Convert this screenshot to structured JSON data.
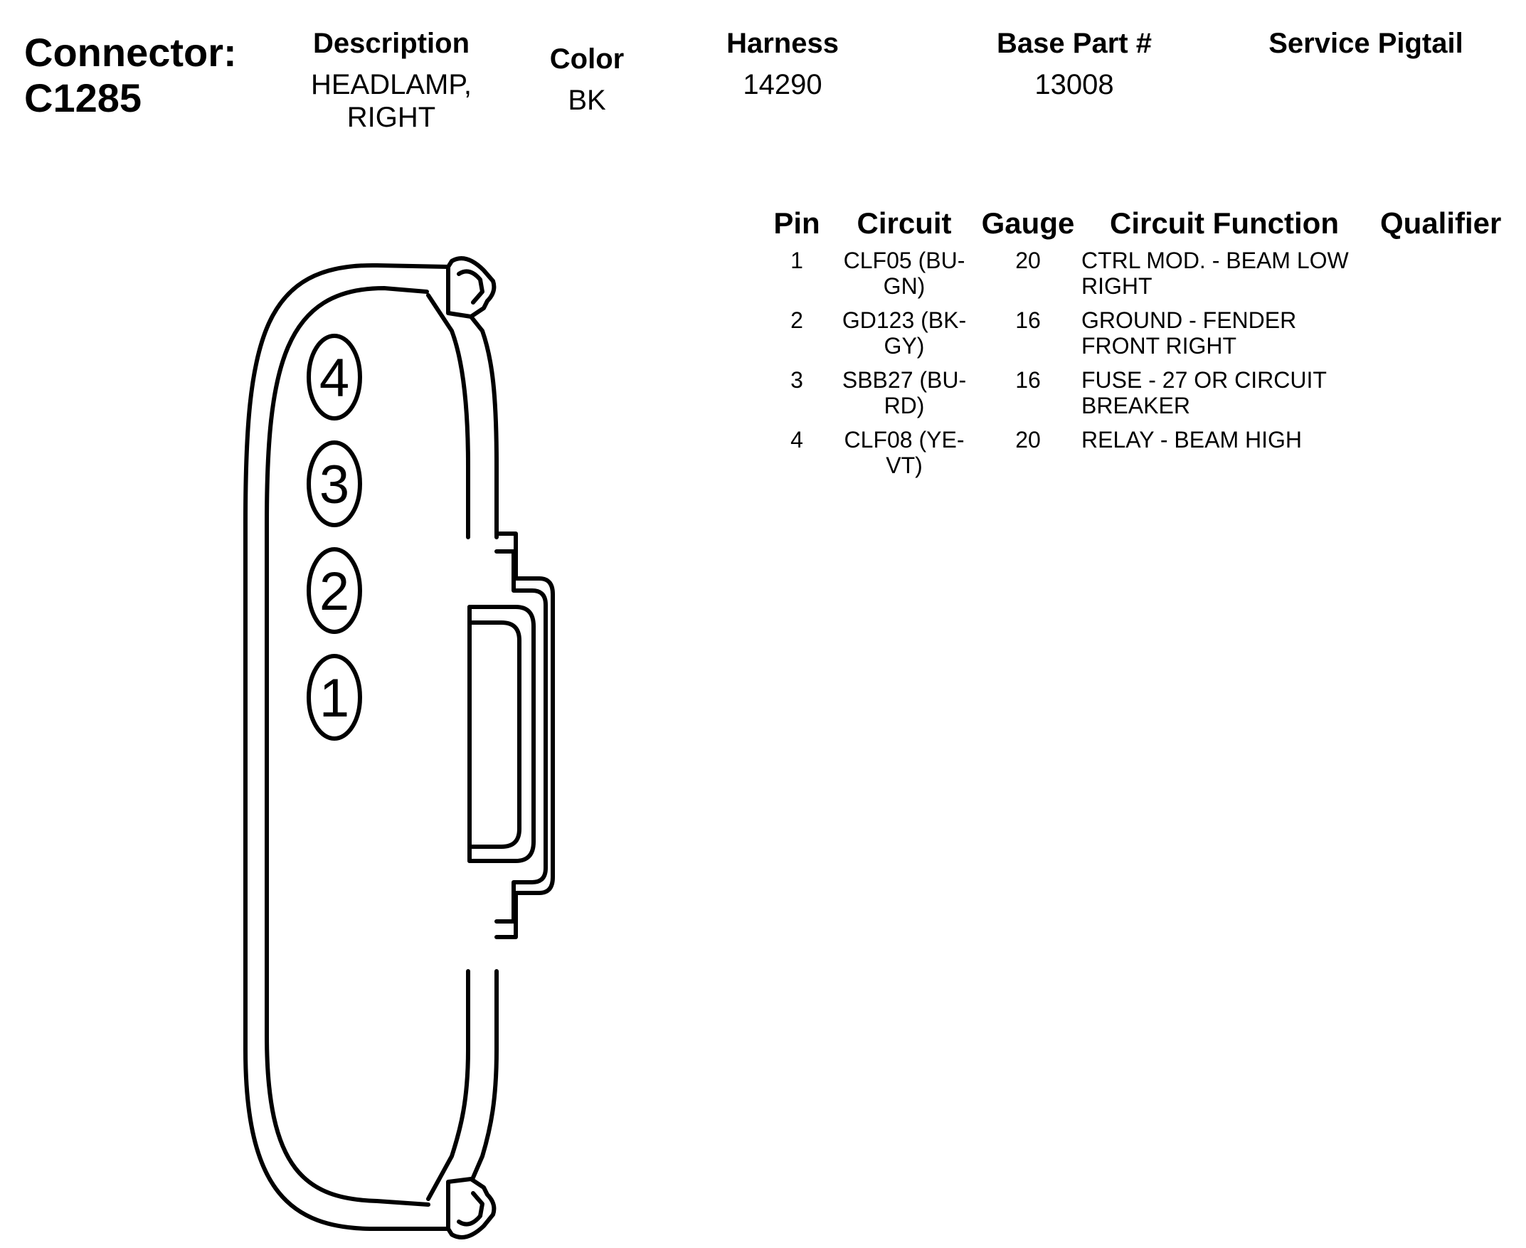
{
  "connector": {
    "label": "Connector:",
    "id": "C1285"
  },
  "header": {
    "description_label": "Description",
    "description_line1": "HEADLAMP,",
    "description_line2": "RIGHT",
    "color_label": "Color",
    "color_value": "BK",
    "harness_label": "Harness",
    "harness_value": "14290",
    "base_part_label": "Base Part #",
    "base_part_value": "13008",
    "service_pigtail_label": "Service Pigtail"
  },
  "table": {
    "headers": {
      "pin": "Pin",
      "circuit": "Circuit",
      "gauge": "Gauge",
      "function": "Circuit Function",
      "qualifier": "Qualifier"
    },
    "rows": [
      {
        "pin": "1",
        "circuit_l1": "CLF05 (BU-",
        "circuit_l2": "GN)",
        "gauge": "20",
        "function_l1": "CTRL MOD. - BEAM LOW",
        "function_l2": "RIGHT"
      },
      {
        "pin": "2",
        "circuit_l1": "GD123 (BK-",
        "circuit_l2": "GY)",
        "gauge": "16",
        "function_l1": "GROUND - FENDER",
        "function_l2": "FRONT RIGHT"
      },
      {
        "pin": "3",
        "circuit_l1": "SBB27 (BU-",
        "circuit_l2": "RD)",
        "gauge": "16",
        "function_l1": "FUSE - 27 OR CIRCUIT",
        "function_l2": "BREAKER"
      },
      {
        "pin": "4",
        "circuit_l1": "CLF08 (YE-",
        "circuit_l2": "VT)",
        "gauge": "20",
        "function_l1": "RELAY - BEAM HIGH",
        "function_l2": ""
      }
    ]
  },
  "diagram": {
    "pins": [
      "4",
      "3",
      "2",
      "1"
    ]
  }
}
